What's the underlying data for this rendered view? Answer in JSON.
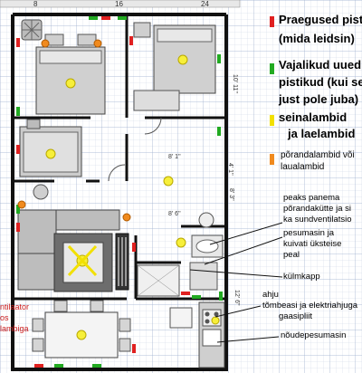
{
  "ruler": {
    "marks": [
      "8",
      "16",
      "24"
    ]
  },
  "legend": [
    {
      "color": "#e02020",
      "lines": [
        "Praegused pistik",
        "(mida leidsin)"
      ]
    },
    {
      "color": "#22aa22",
      "lines": [
        "Vajalikud uued",
        "pistikud (kui sea",
        "just pole juba)"
      ]
    },
    {
      "color": "#f2e000",
      "lines": [
        "seinalambid",
        "ja laelambid"
      ]
    },
    {
      "color": "#f08a1e",
      "lines": [
        "põrandalambid või",
        "laualambid"
      ]
    }
  ],
  "notes": {
    "floor_heating": [
      "peaks panema",
      "põrandakütte ja si",
      "ka sundventilatsio"
    ],
    "washer": [
      "pesumasin ja",
      "kuivati üksteise",
      "peal"
    ],
    "fridge": "külmkapp",
    "stove": [
      "ahju",
      "tõmbeasi ja elektriahjuga",
      "gaasipliit"
    ],
    "dishwasher": "nõudepesumasin"
  },
  "left_note": [
    "ntilaator",
    "os",
    "lambiga"
  ],
  "dimensions": {
    "d1": "10' 11\"",
    "d2": "8' 1\"",
    "d3": "4' 1\"",
    "d4": "8' 3\"",
    "d5": "8' 6\"",
    "d6": "12' 6\""
  }
}
